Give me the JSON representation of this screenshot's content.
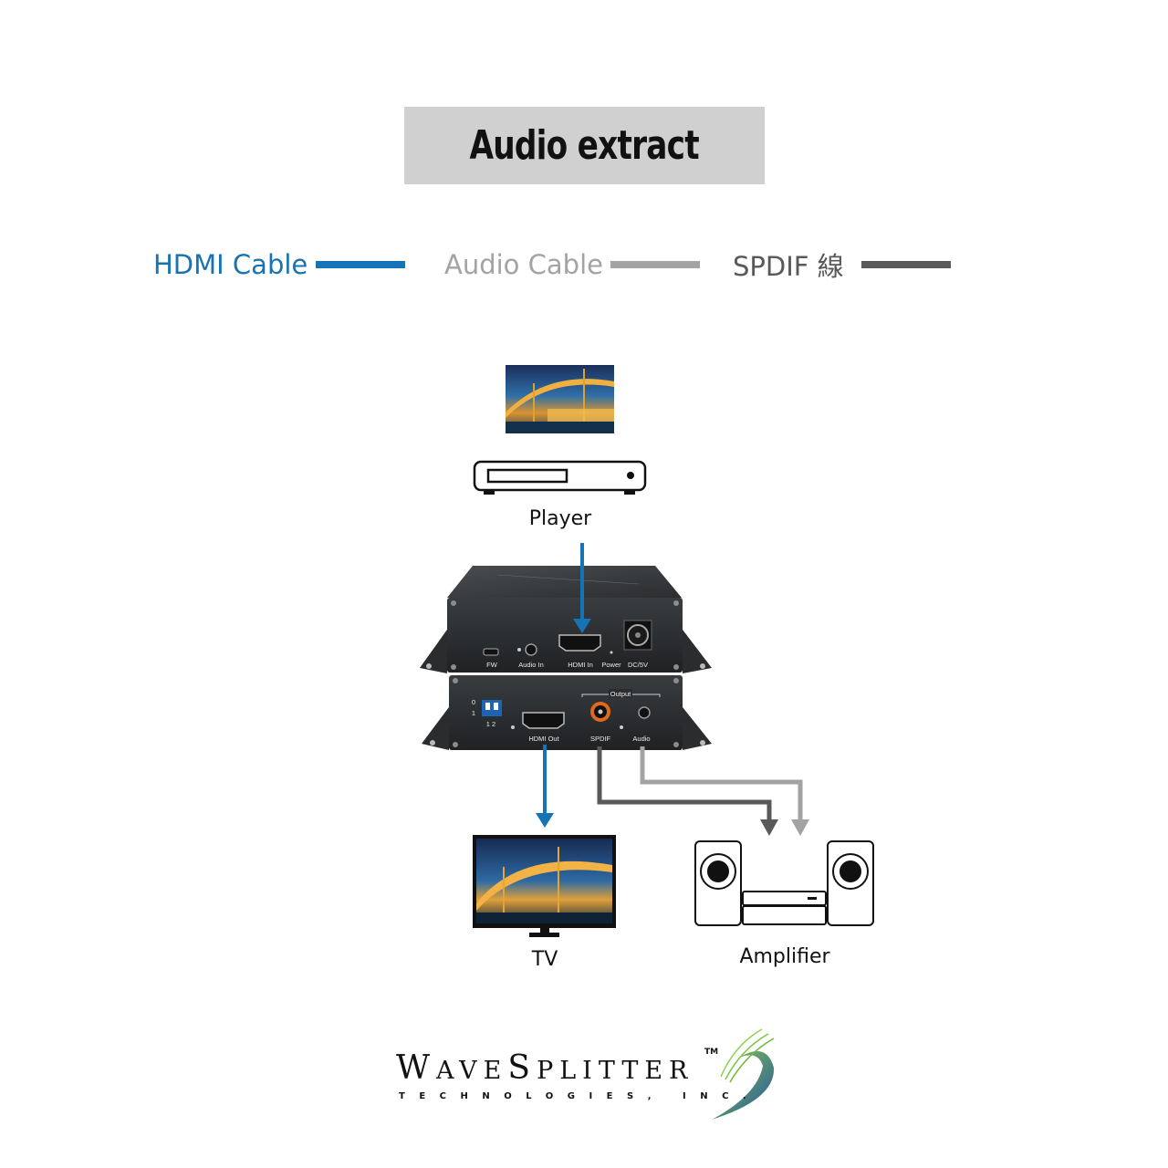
{
  "title": "Audio extract",
  "legend": [
    {
      "label": "HDMI Cable",
      "color": "#1673b5"
    },
    {
      "label": "Audio Cable",
      "color": "#a3a3a3"
    },
    {
      "label": "SPDIF 線",
      "color": "#595959"
    }
  ],
  "devices": {
    "player": "Player",
    "tv": "TV",
    "amplifier": "Amplifier"
  },
  "extractor_top_ports": {
    "fw": "FW",
    "audio_in": "Audio In",
    "hdmi_in": "HDMI In",
    "power": "Power",
    "dc": "DC/5V"
  },
  "extractor_bottom_ports": {
    "dip_0": "0",
    "dip_1": "1",
    "dip_12": "1 2",
    "hdmi_out": "HDMI Out",
    "output_group": "Output",
    "spdif": "SPDIF",
    "audio": "Audio"
  },
  "logo": {
    "w": "W",
    "ave": "AVE",
    "s": "S",
    "plitter": "PLITTER",
    "tm": "TM",
    "sub": "TECHNOLOGIES, INC."
  },
  "icons": [
    "bridge-photo",
    "media-player-icon",
    "extractor-device",
    "tv-icon",
    "speaker-amplifier-icon",
    "wavesplitter-swoosh"
  ]
}
